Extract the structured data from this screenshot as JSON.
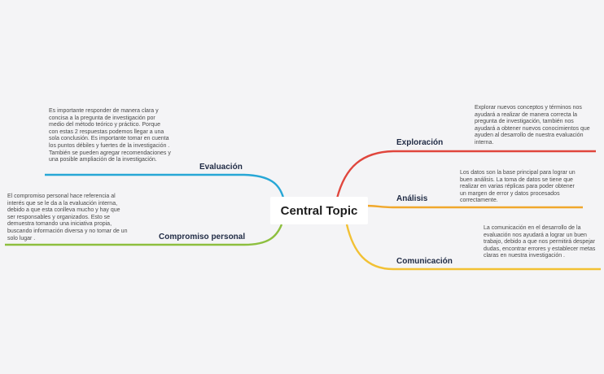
{
  "central_topic": "Central Topic",
  "colors": {
    "background": "#f4f4f6",
    "exploracion": "#e0463d",
    "analisis": "#f0a82c",
    "comunicacion": "#f2c134",
    "evaluacion": "#27a7d6",
    "compromiso": "#8dbf3f"
  },
  "branches": {
    "exploracion": {
      "label": "Exploración",
      "note": "Explorar nuevos conceptos y términos nos ayudará a realizar de manera correcta la pregunta de investigación, también nos ayudará a obtener nuevos conocimientos que ayuden al desarrollo de nuestra evaluación interna."
    },
    "analisis": {
      "label": "Análisis",
      "note": "Los datos son la base principal para lograr un buen análisis. La toma de datos se tiene que realizar en varias réplicas para poder obtener un margen de error y datos procesados correctamente."
    },
    "comunicacion": {
      "label": "Comunicación",
      "note": "La comunicación en el desarrollo de la evaluación nos ayudará a lograr un buen trabajo, debido a que nos permitirá despejar dudas, encontrar errores y establecer metas claras en nuestra investigación ."
    },
    "evaluacion": {
      "label": "Evaluación",
      "note": "Es importante responder de manera clara y concisa a la pregunta de investigación por medio del método teórico y práctico. Porque con estas 2 respuestas podemos llegar a una sola conclusión. Es importante tomar en cuenta los puntos débiles y fuertes de la investigación . También se pueden agregar recomendaciones y una posible ampliación de la investigación."
    },
    "compromiso": {
      "label": "Compromiso personal",
      "note": "El compromiso personal hace referencia al interés que se le da a la evaluación interna, debido a que esta conlleva mucho y hay que ser responsables y organizados. Esto se demuestra tomando una iniciativa propia, buscando información diversa y no tomar de un solo lugar ."
    }
  }
}
